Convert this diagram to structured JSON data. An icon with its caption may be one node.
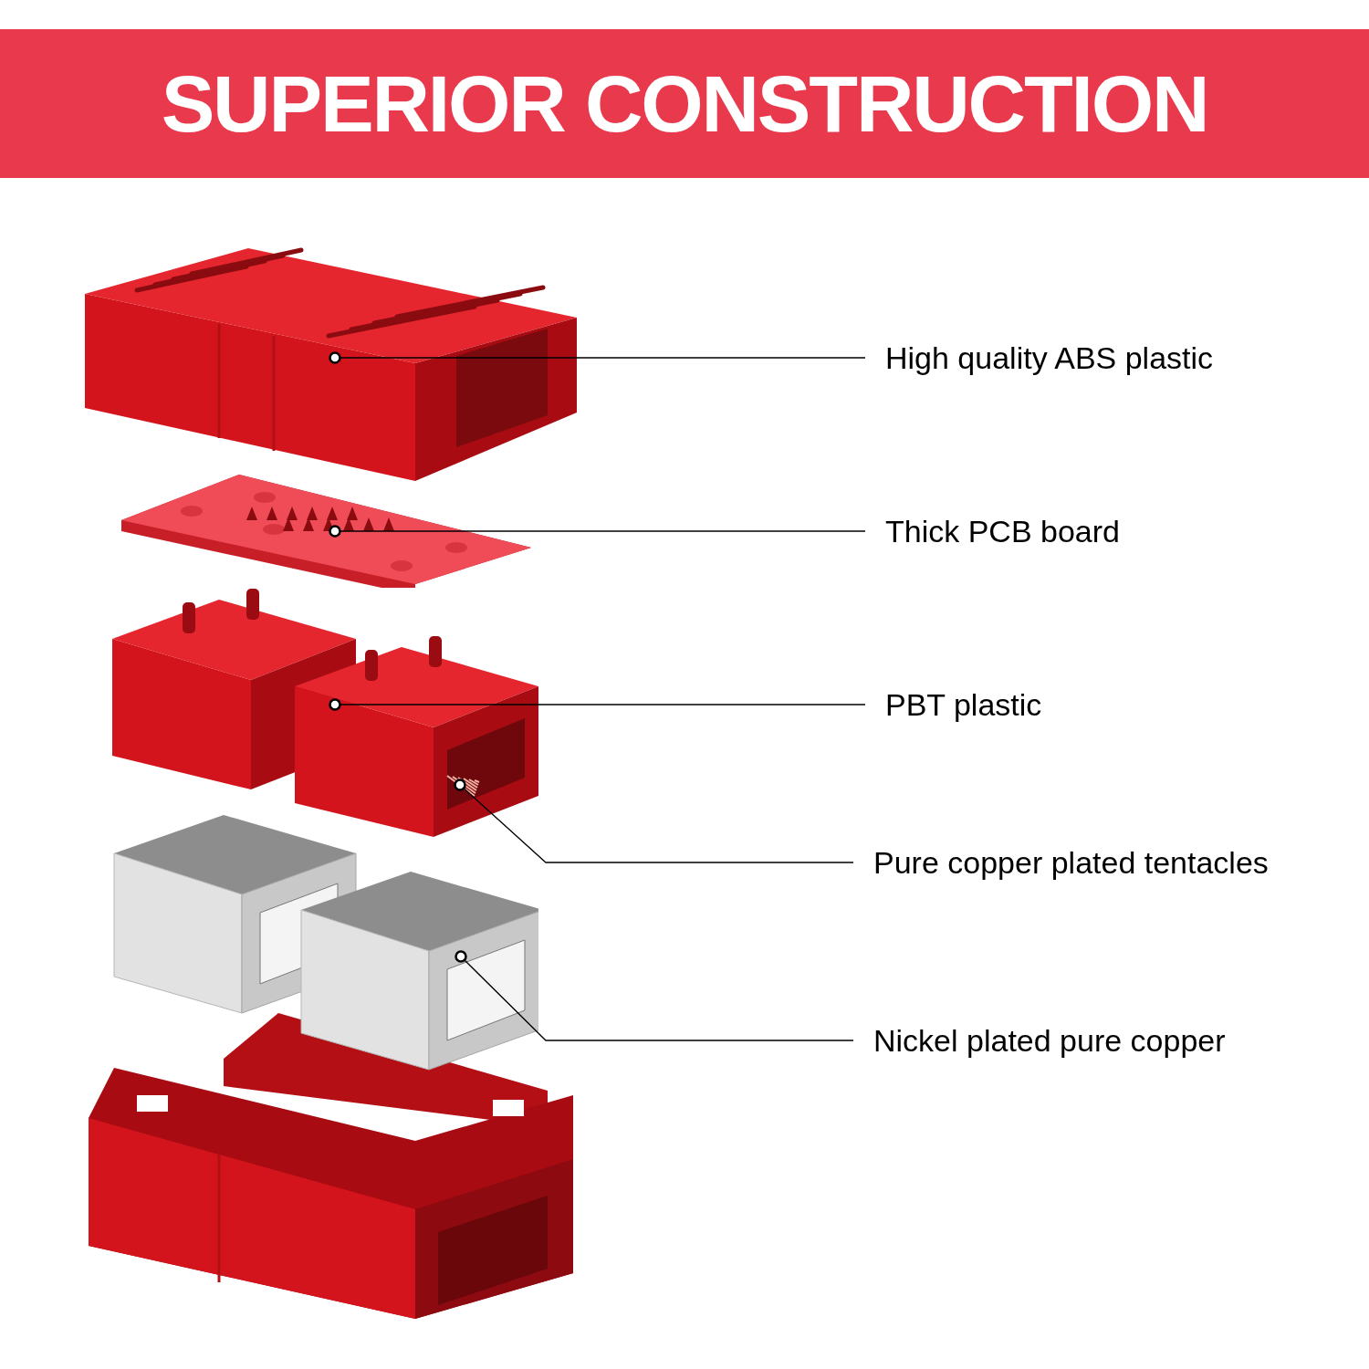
{
  "diagram": {
    "title": "SUPERIOR CONSTRUCTION",
    "nodes": [
      {
        "text": [],
        "shape": "picture"
      },
      {
        "text": [
          "High quality ABS plastic"
        ]
      },
      {
        "text": [],
        "shape": "picture"
      },
      {
        "text": [
          "Thick PCB board"
        ]
      },
      {
        "text": [],
        "shape": "picture"
      },
      {
        "text": [
          "PBT plastic"
        ]
      },
      {
        "text": [],
        "shape": "picture",
        "in": 4
      },
      {
        "text": [
          "Pure copper plated tentacles"
        ]
      },
      {
        "text": [],
        "shape": "picture"
      },
      {
        "text": [
          "Nickel plated pure copper"
        ]
      }
    ],
    "edges": [
      {
        "from": 1,
        "to": 0,
        "arrow": "other"
      },
      {
        "from": 3,
        "to": 2,
        "arrow": "other"
      },
      {
        "from": 5,
        "to": 4,
        "arrow": "other"
      },
      {
        "from": 7,
        "to": 6,
        "arrow": "other"
      },
      {
        "from": 9,
        "to": 8,
        "arrow": "other"
      }
    ]
  }
}
